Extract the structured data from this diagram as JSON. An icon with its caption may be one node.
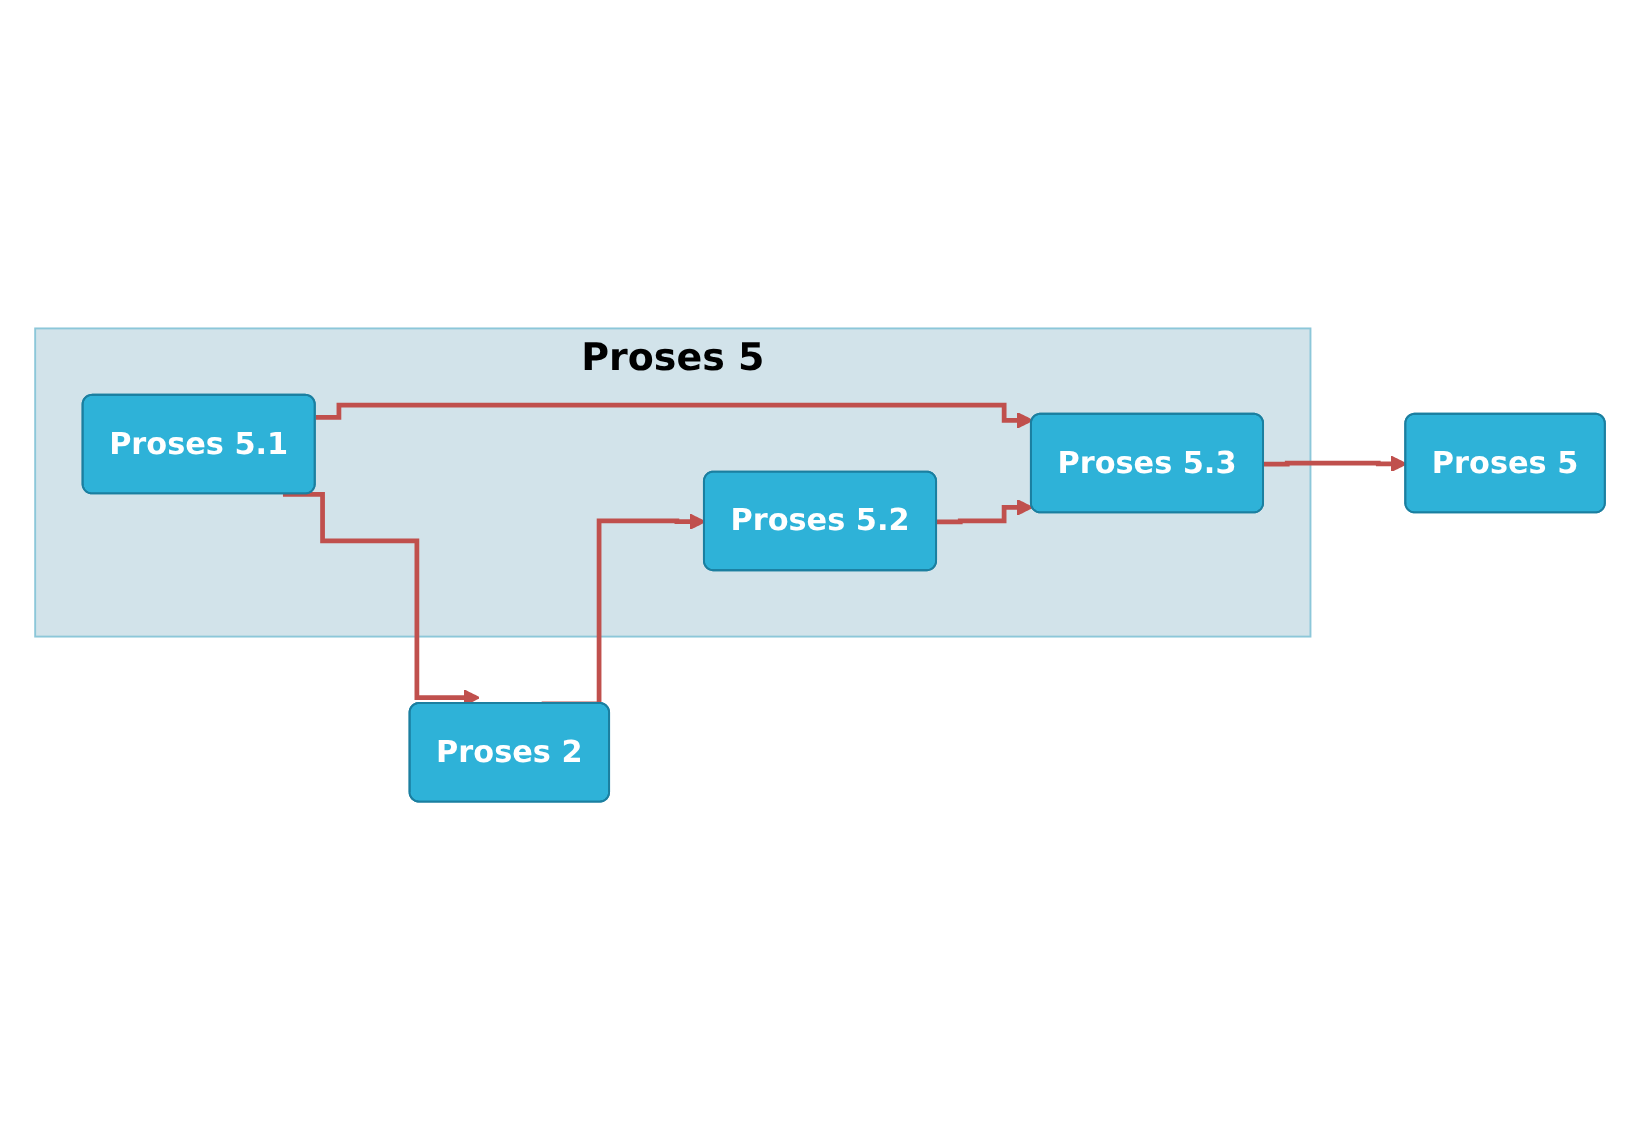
{
  "diagram": {
    "nodes": [
      {
        "text": [
          "Proses 5"
        ]
      },
      {
        "text": [
          "Proses 5.1"
        ],
        "in": 0
      },
      {
        "text": [
          "Proses 2"
        ]
      },
      {
        "text": [
          "Proses 5.2"
        ],
        "in": 0
      },
      {
        "text": [
          "Proses 5.3"
        ],
        "in": 0
      },
      {
        "text": [
          "Proses 5"
        ]
      }
    ],
    "edges": [
      {
        "from": 1,
        "to": 2,
        "arrow": "to"
      },
      {
        "from": 2,
        "to": 3,
        "arrow": "to"
      },
      {
        "from": 1,
        "to": 4,
        "arrow": "to"
      },
      {
        "from": 3,
        "to": 4,
        "arrow": "to"
      },
      {
        "from": 4,
        "to": 5,
        "arrow": "to"
      }
    ]
  }
}
